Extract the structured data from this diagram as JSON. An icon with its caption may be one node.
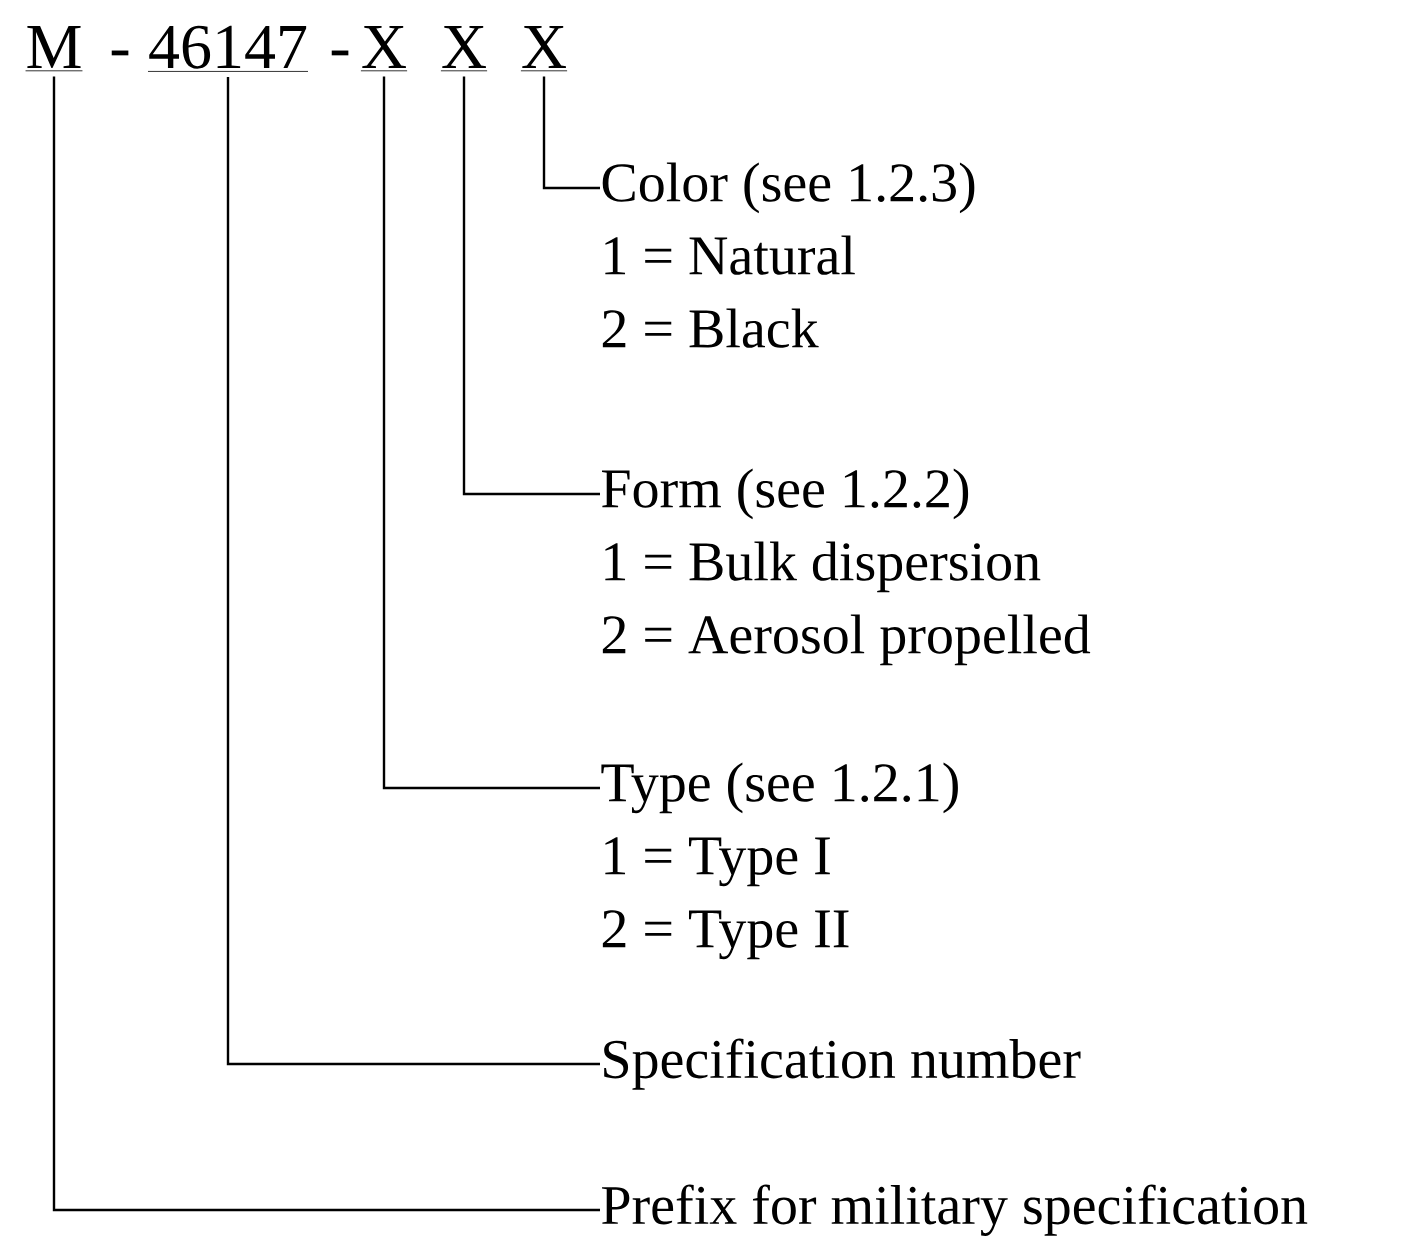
{
  "diagram": {
    "nodes": [
      {
        "text": [
          "M"
        ]
      },
      {
        "text": [
          "46147"
        ]
      },
      {
        "text": [
          "X"
        ]
      },
      {
        "text": [
          "X"
        ]
      },
      {
        "text": [
          "X"
        ]
      },
      {
        "text": [
          "Color (see 1.2.3)",
          "1 = Natural",
          "2 = Black"
        ]
      },
      {
        "text": [
          "Form (see 1.2.2)",
          "1 = Bulk dispersion",
          "2 = Aerosol propelled"
        ]
      },
      {
        "text": [
          "Type (see 1.2.1)",
          "1 = Type I",
          "2 = Type II"
        ]
      },
      {
        "text": [
          "Specification number"
        ]
      },
      {
        "text": [
          "Prefix for military specification"
        ]
      }
    ],
    "edges": [
      {
        "from": 4,
        "to": 5,
        "arrow": "none"
      },
      {
        "from": 3,
        "to": 6,
        "arrow": "none"
      },
      {
        "from": 2,
        "to": 7,
        "arrow": "none"
      },
      {
        "from": 1,
        "to": 8,
        "arrow": "none"
      },
      {
        "from": 0,
        "to": 9,
        "arrow": "none"
      }
    ],
    "labels": [
      "-",
      "-"
    ]
  }
}
